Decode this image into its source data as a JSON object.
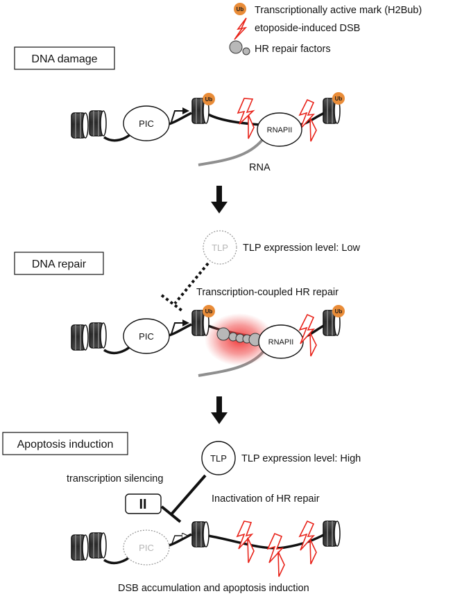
{
  "legend": {
    "ub_badge": "Ub",
    "ub_text": "Transcriptionally active mark (H2Bub)",
    "dsb_text": "etoposide-induced DSB",
    "hr_text": "HR repair factors"
  },
  "colors": {
    "ub": "#e98c38",
    "dsb": "#e8231a",
    "hr_glow": "#f03030",
    "hr_factor": "#b8b8b8",
    "rna": "#8f8f8f",
    "faded": "#b5b5b5"
  },
  "panel1": {
    "title": "DNA damage",
    "pic": "PIC",
    "rnapii": "RNAPII",
    "rna": "RNA",
    "ub": [
      "Ub",
      "Ub"
    ]
  },
  "panel2": {
    "title": "DNA repair",
    "tlp": "TLP",
    "tlp_expression": "TLP expression level: Low",
    "hr_text": "Transcription-coupled HR repair",
    "pic": "PIC",
    "rnapii": "RNAPII",
    "ub": [
      "Ub",
      "Ub"
    ]
  },
  "panel3": {
    "title": "Apoptosis induction",
    "tlp": "TLP",
    "tlp_expression": "TLP expression level: High",
    "silencing": "transcription silencing",
    "pause_symbol": "II",
    "inactivation": "Inactivation of HR repair",
    "pic": "PIC",
    "footer": "DSB accumulation and apoptosis induction"
  }
}
